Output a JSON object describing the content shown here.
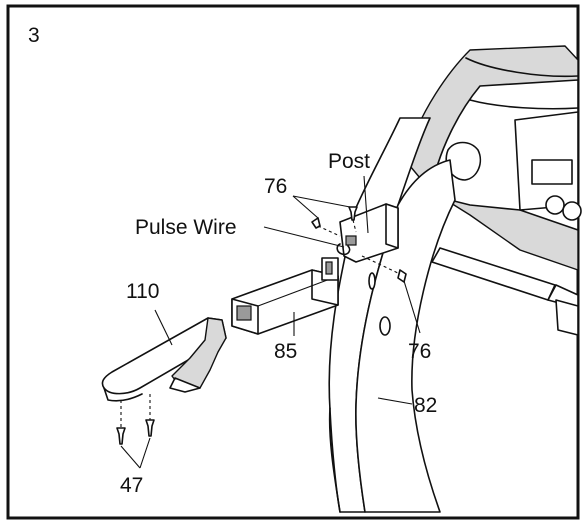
{
  "diagram": {
    "step_number": "3",
    "labels": {
      "post": "Post",
      "screw_upper": "76",
      "pulse_wire": "Pulse Wire",
      "handle_part": "110",
      "tube_part": "85",
      "screw_lower": "76",
      "upright_part": "82",
      "bottom_screws": "47"
    },
    "colors": {
      "line": "#111111",
      "fill": "#ffffff",
      "shade": "#d9d9d9"
    }
  }
}
